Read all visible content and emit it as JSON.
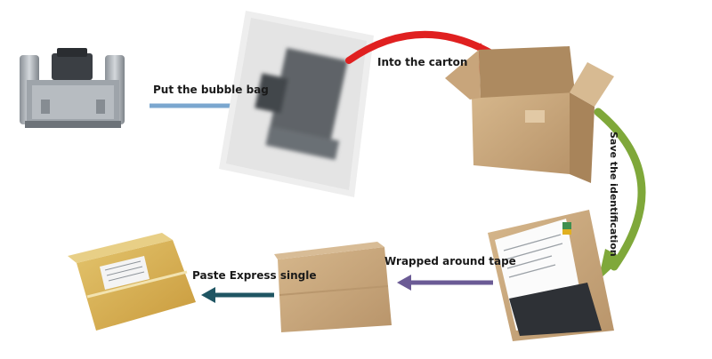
{
  "steps": {
    "step1": {
      "label": "Put the bubble bag"
    },
    "step2": {
      "label": "Into the carton"
    },
    "step3": {
      "label": "Save the identification"
    },
    "step4": {
      "label": "Wrapped around tape"
    },
    "step5": {
      "label": "Paste Express single"
    }
  },
  "colors": {
    "arrow_step1": "#7ba7cf",
    "arrow_step2": "#e02020",
    "arrow_step3": "#7fa83a",
    "arrow_step4": "#6b5b95",
    "arrow_step5": "#1f5563",
    "cardboard": "#c9a57a",
    "tape_box": "#d9b55a"
  },
  "icons": {
    "part": "ignition-coil-part-icon",
    "bagged_part": "bubble-bag-part-icon",
    "open_box": "open-carton-icon",
    "box_with_label": "carton-with-identification-icon",
    "taped_box": "taped-carton-icon",
    "shipping_box": "labeled-shipping-box-icon"
  }
}
